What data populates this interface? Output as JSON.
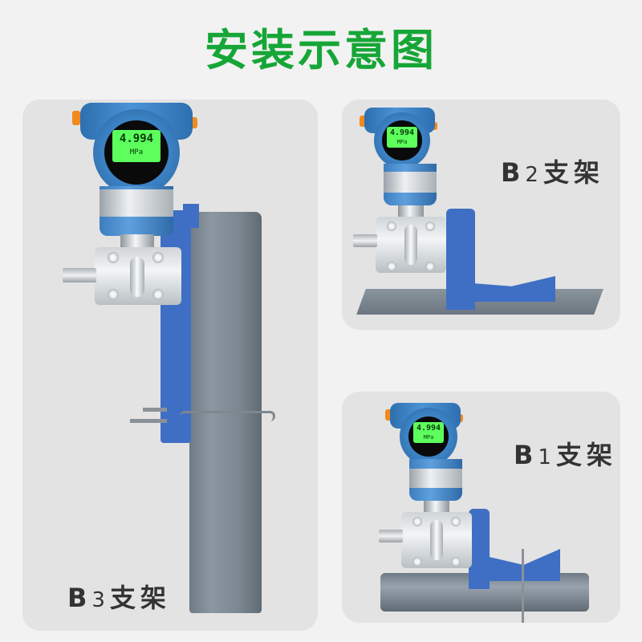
{
  "page": {
    "title": "安装示意图",
    "title_color": "#16a637",
    "background": "#f2f2f2",
    "panel_color": "#e3e3e3"
  },
  "panels": [
    {
      "id": "b3",
      "label_prefix": "B",
      "label_number": "3",
      "label_suffix": "支架",
      "mount": "vertical-pipe",
      "lcd_value": "4.994",
      "lcd_unit": "MPa"
    },
    {
      "id": "b2",
      "label_prefix": "B",
      "label_number": "2",
      "label_suffix": "支架",
      "mount": "flat-plate",
      "lcd_value": "4.994",
      "lcd_unit": "MPa"
    },
    {
      "id": "b1",
      "label_prefix": "B",
      "label_number": "1",
      "label_suffix": "支架",
      "mount": "horizontal-pipe",
      "lcd_value": "4.994",
      "lcd_unit": "MPa"
    }
  ],
  "colors": {
    "bracket": "#3f6fc4",
    "housing": "#3b82c4",
    "lcd": "#5cff5c",
    "pipe": "#7b8690",
    "label_text": "#333333"
  }
}
